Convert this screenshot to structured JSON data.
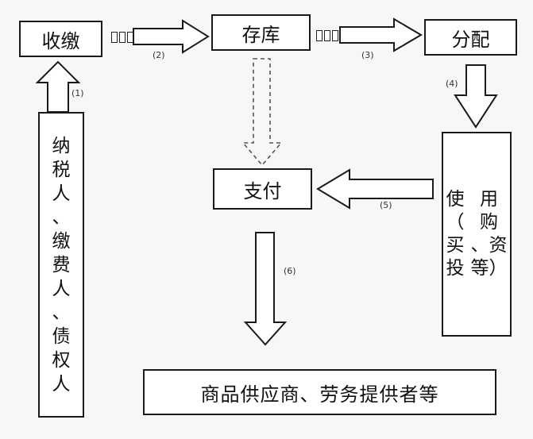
{
  "nodes": {
    "shoujiao": "收缴",
    "cunku": "存库",
    "fenpei": "分配",
    "zhifu": "支付",
    "nashui_chars": [
      "纳",
      "税",
      "人",
      "、",
      "缴",
      "费",
      "人",
      "、",
      "债",
      "权",
      "人"
    ],
    "shiyong_col1": [
      "使",
      "（",
      "买",
      "投"
    ],
    "shiyong_col2": [
      "用",
      "购",
      "、资",
      "等）"
    ],
    "gongying": "商品供应商、劳务提供者等"
  },
  "edges": {
    "e1": "(1)",
    "e2": "(2)",
    "e3": "(3)",
    "e4": "(4)",
    "e5": "(5)",
    "e6": "(6)"
  },
  "colors": {
    "line": "#1a1a1a",
    "dashed": "#555555"
  }
}
